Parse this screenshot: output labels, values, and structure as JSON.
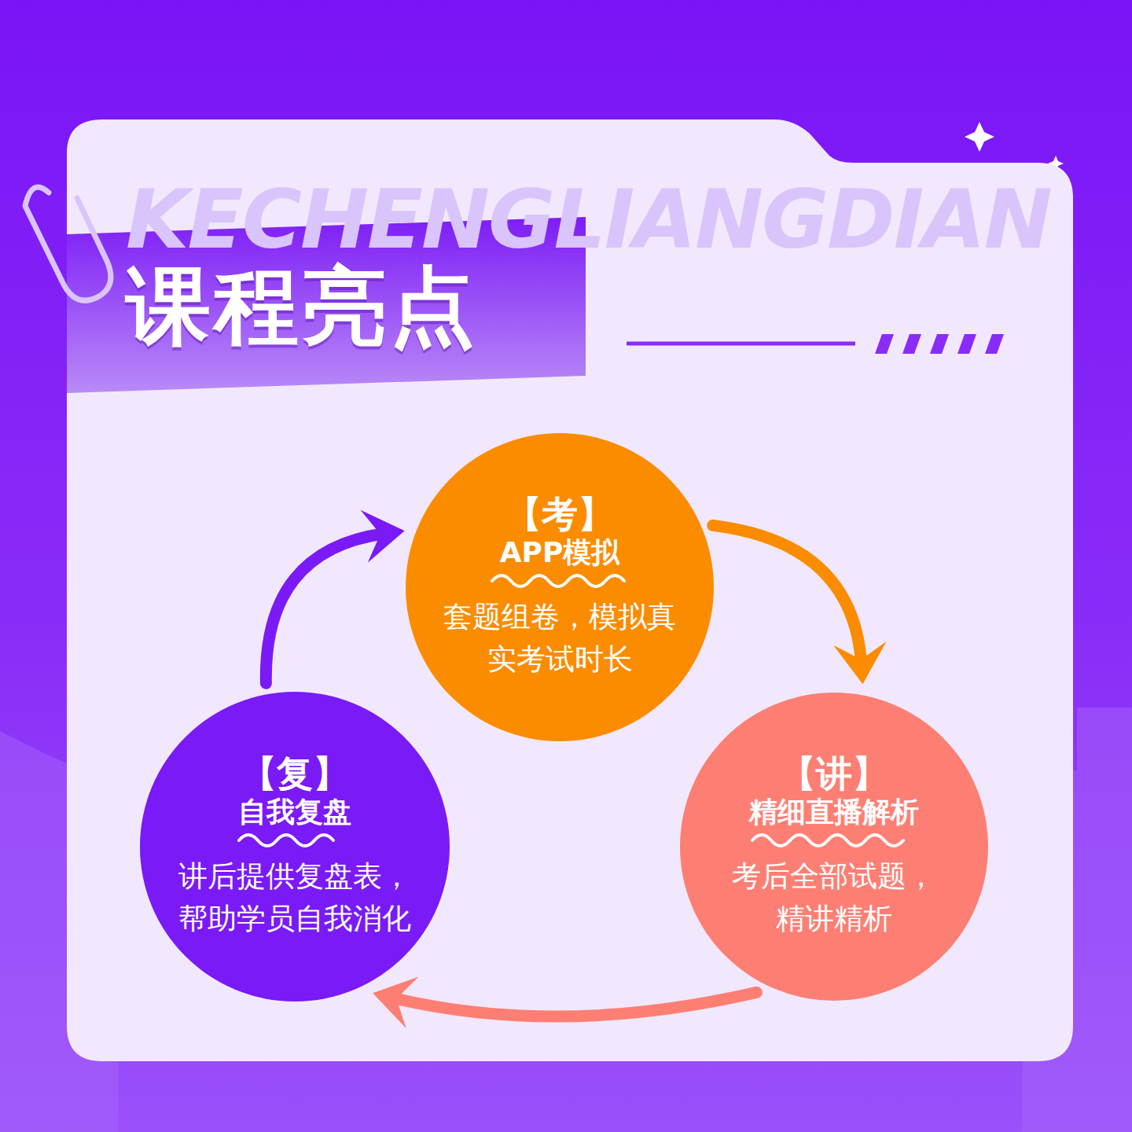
{
  "diagram": {
    "title": "课程亮点",
    "nodes": [
      {
        "text": [
          "【考】",
          "APP模拟",
          "套题组卷，模拟真实考试时长"
        ]
      },
      {
        "text": [
          "【讲】",
          "精细直播解析",
          "考后全部试题，精讲精析"
        ]
      },
      {
        "text": [
          "【复】",
          "自我复盘",
          "讲后提供复盘表，帮助学员自我消化"
        ]
      }
    ],
    "edges": [
      {
        "from": 0,
        "to": 1,
        "arrow": "to"
      },
      {
        "from": 1,
        "to": 2,
        "arrow": "to"
      },
      {
        "from": 2,
        "to": 0,
        "arrow": "to"
      }
    ],
    "labels": [
      "KECHENGLIANGDIAN"
    ]
  }
}
